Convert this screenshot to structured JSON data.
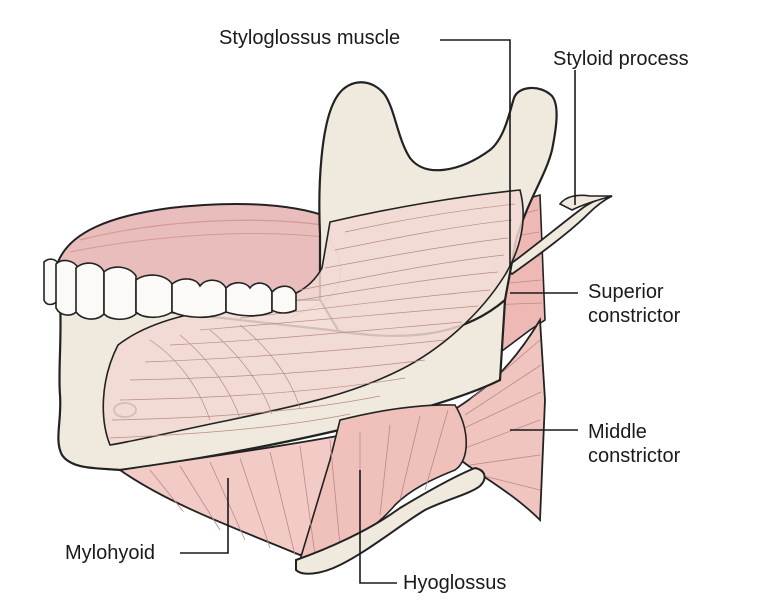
{
  "labels": {
    "styloglossus": "Styloglossus muscle",
    "styloid_process": "Styloid process",
    "superior_constrictor_line1": "Superior",
    "superior_constrictor_line2": "constrictor",
    "middle_constrictor_line1": "Middle",
    "middle_constrictor_line2": "constrictor",
    "mylohyoid": "Mylohyoid",
    "hyoglossus": "Hyoglossus"
  },
  "colors": {
    "bone": "#efeadd",
    "bone_shade": "#dcd5c2",
    "muscle": "#f1c7c3",
    "muscle_dark": "#e6aaa6",
    "tongue": "#e9bdbb",
    "tooth": "#fbfaf6",
    "outline": "#222222",
    "fiber": "#b98a86",
    "leader": "#1a1a1a"
  }
}
